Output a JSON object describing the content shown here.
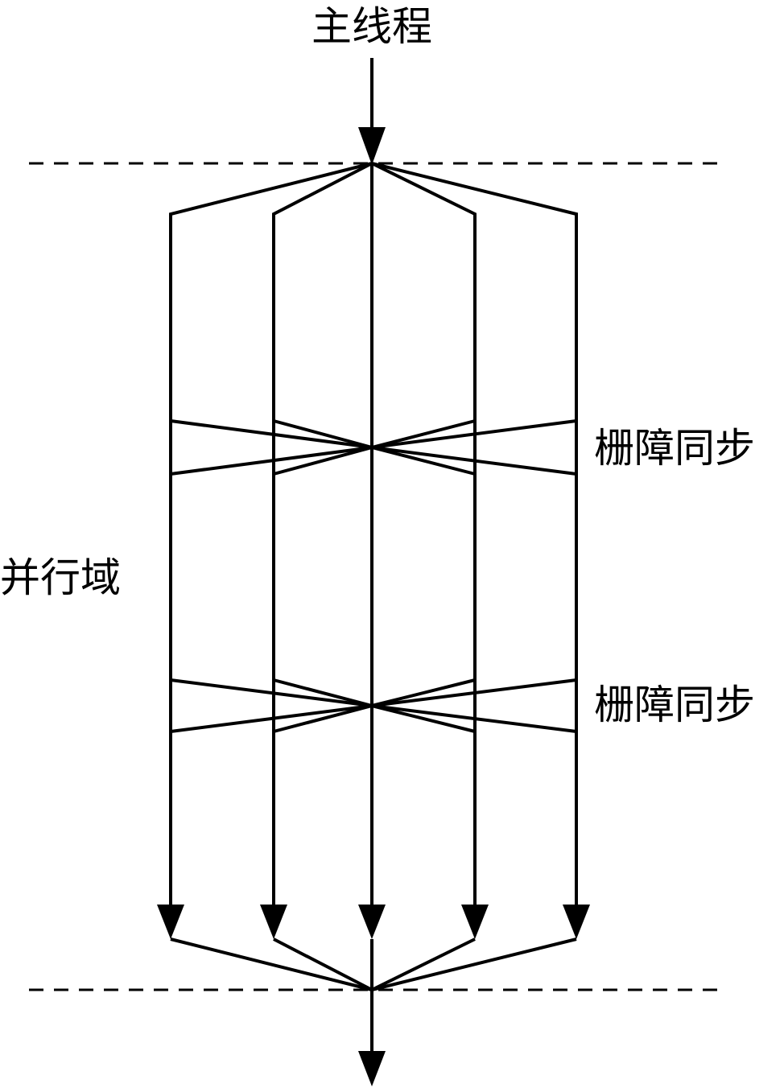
{
  "labels": {
    "main_thread": "主线程",
    "parallel_region": "并行域",
    "barrier_1": "栅障同步",
    "barrier_2": "栅障同步"
  },
  "colors": {
    "line": "#000000",
    "background": "#ffffff"
  }
}
